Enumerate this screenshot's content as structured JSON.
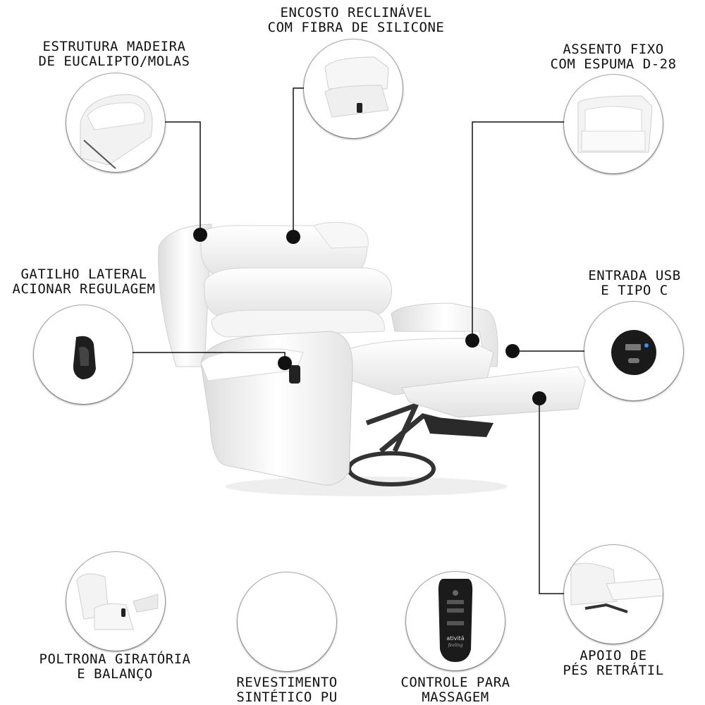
{
  "features": {
    "estrutura": {
      "line1": "ESTRUTURA MADEIRA",
      "line2": "DE EUCALIPTO/MOLAS"
    },
    "encosto": {
      "line1": "ENCOSTO RECLINÁVEL",
      "line2": "COM FIBRA DE SILICONE"
    },
    "assento": {
      "line1": "ASSENTO FIXO",
      "line2": "COM ESPUMA D-28"
    },
    "gatilho": {
      "line1": "GATILHO LATERAL",
      "line2": "ACIONAR REGULAGEM"
    },
    "usb": {
      "line1": "ENTRADA USB",
      "line2": "E TIPO C"
    },
    "giratoria": {
      "line1": "POLTRONA GIRATÓRIA",
      "line2": "E BALANÇO"
    },
    "revestimento": {
      "line1": "REVESTIMENTO",
      "line2": "SINTÉTICO PU"
    },
    "controle": {
      "line1": "CONTROLE PARA",
      "line2": "MASSAGEM"
    },
    "apoio": {
      "line1": "APOIO DE",
      "line2": "PÉS RETRÁTIL"
    }
  },
  "remote": {
    "brand": "ativitá",
    "sub": "feeling"
  },
  "colors": {
    "leather": "#ffffff",
    "shade": "#e6e6e6",
    "line": "#111111",
    "metal": "#3a3a3a"
  }
}
